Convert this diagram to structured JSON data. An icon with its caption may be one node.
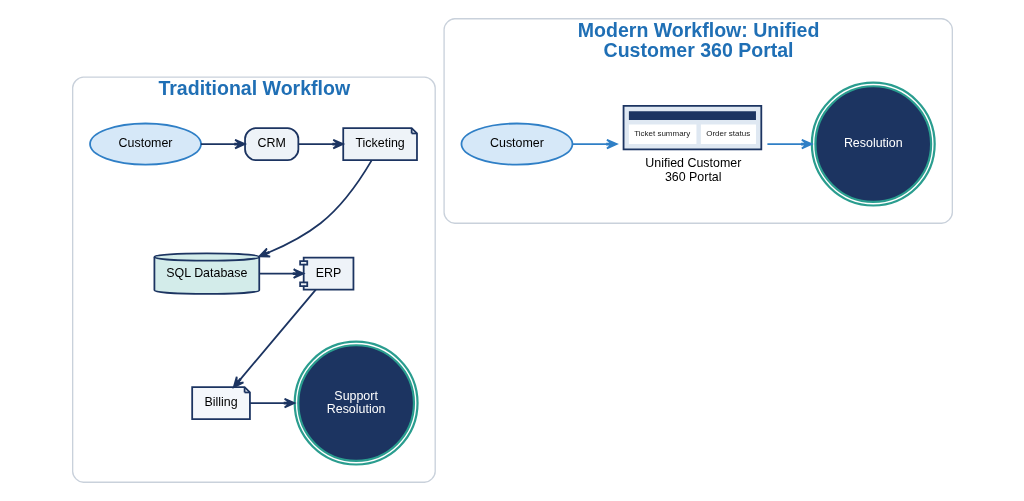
{
  "diagram": {
    "nodes": [
      {
        "text": [
          "Traditional Workflow"
        ]
      },
      {
        "text": [
          "Customer"
        ],
        "in": 0
      },
      {
        "text": [
          "CRM"
        ],
        "in": 0
      },
      {
        "text": [
          "Ticketing"
        ],
        "in": 0
      },
      {
        "text": [
          "SQL Database"
        ],
        "in": 0
      },
      {
        "text": [
          "ERP"
        ],
        "in": 0
      },
      {
        "text": [
          "Billing"
        ],
        "in": 0
      },
      {
        "text": [
          "Support Resolution"
        ],
        "in": 0
      },
      {
        "text": [
          "Modern Workflow: Unified Customer 360 Portal"
        ]
      },
      {
        "text": [
          "Customer"
        ],
        "in": 8
      },
      {
        "text": [
          "Ticket summary",
          "Order status",
          "Unified Customer 360 Portal"
        ],
        "in": 8
      },
      {
        "text": [
          "Resolution"
        ],
        "in": 8
      }
    ],
    "edges": [
      {
        "from": 1,
        "to": 2,
        "arrow": "to"
      },
      {
        "from": 2,
        "to": 3,
        "arrow": "to"
      },
      {
        "from": 3,
        "to": 4,
        "arrow": "to"
      },
      {
        "from": 4,
        "to": 5,
        "arrow": "to"
      },
      {
        "from": 5,
        "to": 6,
        "arrow": "to"
      },
      {
        "from": 6,
        "to": 7,
        "arrow": "to"
      },
      {
        "from": 9,
        "to": 10,
        "arrow": "to",
        "color": "#2f7fc6"
      },
      {
        "from": 10,
        "to": 11,
        "arrow": "to",
        "color": "#2f7fc6"
      }
    ]
  }
}
